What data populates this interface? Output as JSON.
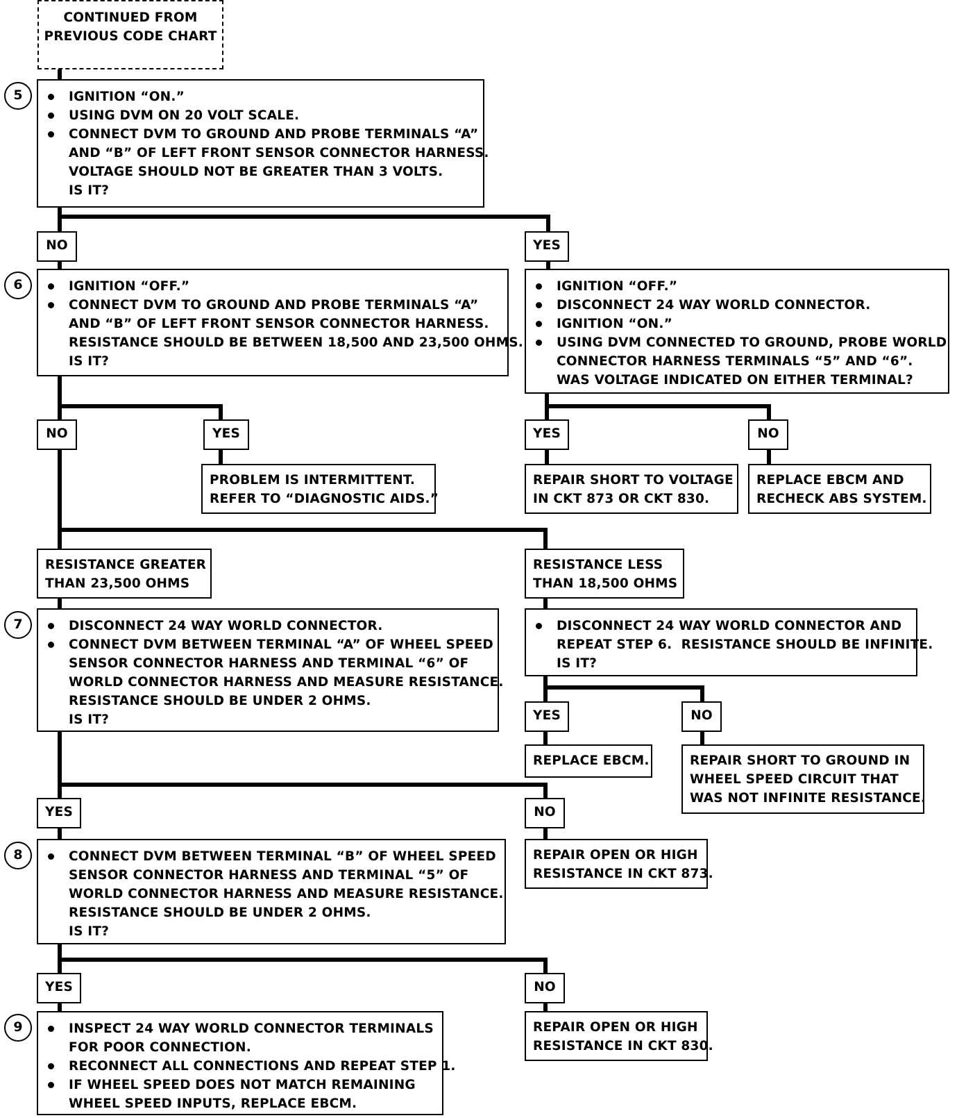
{
  "continued": [
    "CONTINUED FROM",
    "PREVIOUS CODE CHART"
  ],
  "labels": {
    "yes": "YES",
    "no": "NO"
  },
  "steps": {
    "s5": {
      "number": "5",
      "bullets": [
        [
          "IGNITION “ON.”"
        ],
        [
          "USING DVM ON 20 VOLT SCALE."
        ],
        [
          "CONNECT DVM TO GROUND AND PROBE TERMINALS “A”",
          "AND “B” OF LEFT FRONT SENSOR CONNECTOR HARNESS."
        ]
      ],
      "tail": [
        "VOLTAGE SHOULD NOT BE GREATER THAN 3 VOLTS.",
        "IS IT?"
      ]
    },
    "s6": {
      "number": "6",
      "bullets": [
        [
          "IGNITION “OFF.”"
        ],
        [
          "CONNECT DVM TO GROUND AND PROBE TERMINALS “A”",
          "AND “B” OF LEFT FRONT SENSOR CONNECTOR HARNESS."
        ]
      ],
      "tail": [
        "RESISTANCE SHOULD BE BETWEEN 18,500 AND 23,500 OHMS.",
        "IS IT?"
      ]
    },
    "s6yes": {
      "bullets": [
        [
          "IGNITION “OFF.”"
        ],
        [
          "DISCONNECT 24 WAY WORLD CONNECTOR."
        ],
        [
          "IGNITION “ON.”"
        ],
        [
          "USING DVM CONNECTED TO GROUND, PROBE WORLD",
          "CONNECTOR HARNESS TERMINALS “5” AND “6”.",
          "WAS VOLTAGE INDICATED ON EITHER TERMINAL?"
        ]
      ]
    },
    "s7": {
      "number": "7",
      "bullets": [
        [
          "DISCONNECT 24 WAY WORLD CONNECTOR."
        ],
        [
          "CONNECT DVM BETWEEN TERMINAL “A” OF WHEEL SPEED",
          "SENSOR CONNECTOR HARNESS AND TERMINAL “6” OF",
          "WORLD CONNECTOR HARNESS AND MEASURE RESISTANCE.",
          "RESISTANCE SHOULD BE UNDER 2 OHMS.",
          "IS IT?"
        ]
      ]
    },
    "s7b": {
      "bullets": [
        [
          "DISCONNECT 24 WAY WORLD CONNECTOR AND",
          "REPEAT STEP 6.  RESISTANCE SHOULD BE INFINITE.",
          "IS IT?"
        ]
      ]
    },
    "s8": {
      "number": "8",
      "bullets": [
        [
          "CONNECT DVM BETWEEN TERMINAL “B” OF WHEEL SPEED",
          "SENSOR CONNECTOR HARNESS AND TERMINAL “5” OF",
          "WORLD CONNECTOR HARNESS AND MEASURE RESISTANCE.",
          "RESISTANCE SHOULD BE UNDER 2 OHMS.",
          "IS IT?"
        ]
      ]
    },
    "s9": {
      "number": "9",
      "bullets": [
        [
          "INSPECT 24 WAY WORLD CONNECTOR TERMINALS",
          "FOR POOR CONNECTION."
        ],
        [
          "RECONNECT ALL CONNECTIONS AND REPEAT STEP 1."
        ],
        [
          "IF WHEEL SPEED DOES NOT MATCH REMAINING",
          "WHEEL SPEED INPUTS, REPLACE EBCM."
        ]
      ]
    }
  },
  "results": {
    "intermittent": [
      "PROBLEM IS INTERMITTENT.",
      "REFER TO “DIAGNOSTIC AIDS.”"
    ],
    "short_voltage": [
      "REPAIR SHORT TO VOLTAGE",
      "IN CKT 873 OR CKT 830."
    ],
    "replace_recheck": [
      "REPLACE EBCM AND",
      "RECHECK ABS SYSTEM."
    ],
    "res_greater": [
      "RESISTANCE GREATER",
      "THAN 23,500 OHMS"
    ],
    "res_less": [
      "RESISTANCE LESS",
      "THAN 18,500 OHMS"
    ],
    "replace_ebcm": [
      "REPLACE EBCM."
    ],
    "short_ground": [
      "REPAIR SHORT TO GROUND IN",
      "WHEEL SPEED CIRCUIT THAT",
      "WAS NOT INFINITE RESISTANCE."
    ],
    "open_873": [
      "REPAIR OPEN OR HIGH",
      "RESISTANCE IN CKT 873."
    ],
    "open_830": [
      "REPAIR OPEN OR HIGH",
      "RESISTANCE IN CKT 830."
    ]
  }
}
